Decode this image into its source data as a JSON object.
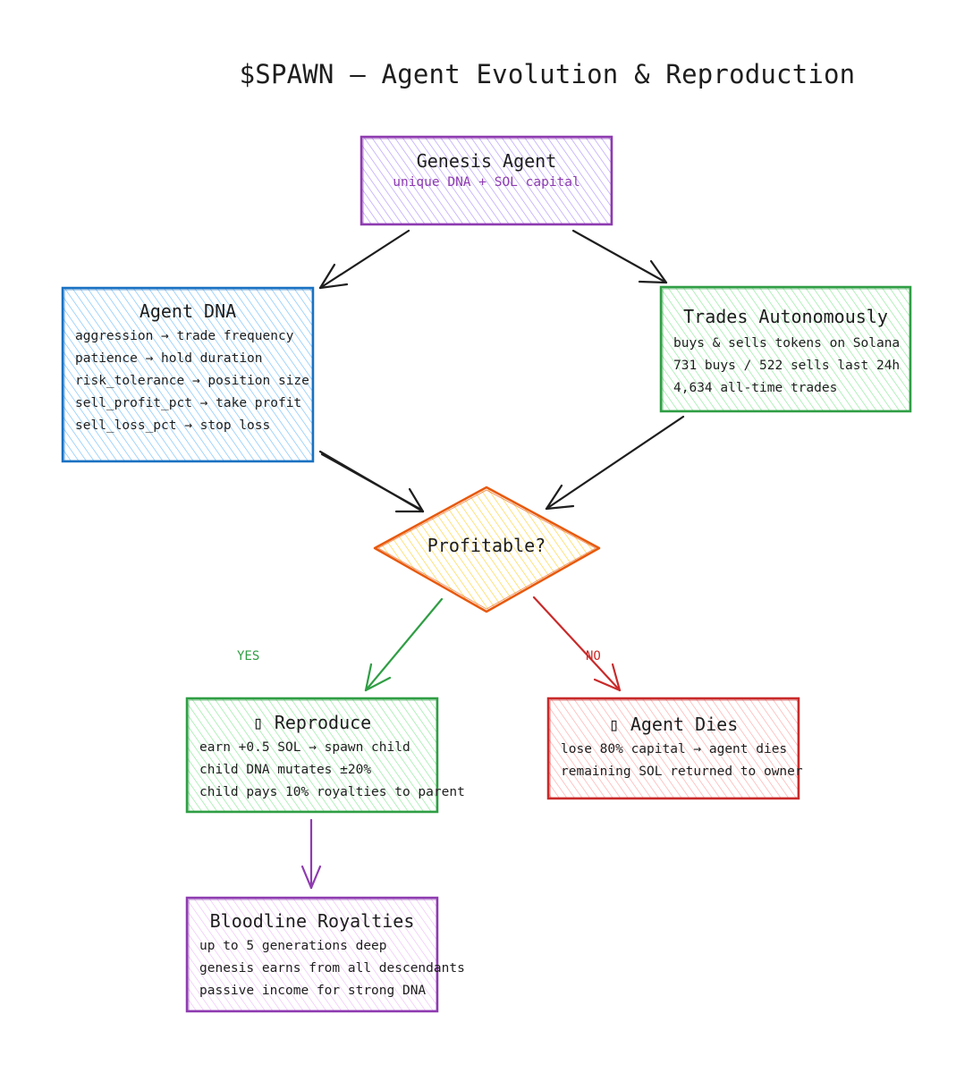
{
  "title": "$SPAWN — Agent Evolution & Reproduction",
  "nodes": {
    "genesis": {
      "heading": "Genesis Agent",
      "subtitle": "unique DNA + SOL capital"
    },
    "dna": {
      "heading": "Agent DNA",
      "lines": [
        "aggression → trade frequency",
        "patience → hold duration",
        "risk_tolerance → position size",
        "sell_profit_pct → take profit",
        "sell_loss_pct → stop loss"
      ]
    },
    "trades": {
      "heading": "Trades Autonomously",
      "lines": [
        "buys & sells tokens on Solana",
        "731 buys / 522 sells last 24h",
        "4,634 all-time trades"
      ]
    },
    "decision": {
      "heading": "Profitable?"
    },
    "reproduce": {
      "heading": "▯ Reproduce",
      "lines": [
        "earn +0.5 SOL → spawn child",
        "child DNA mutates ±20%",
        "child pays 10% royalties to parent"
      ]
    },
    "dies": {
      "heading": "▯ Agent Dies",
      "lines": [
        "lose 80% capital → agent dies",
        "remaining SOL returned to owner"
      ]
    },
    "bloodline": {
      "heading": "Bloodline Royalties",
      "lines": [
        "up to 5 generations deep",
        "genesis earns from all descendants",
        "passive income for strong DNA"
      ]
    }
  },
  "branches": {
    "yes": "YES",
    "no": "NO"
  },
  "colors": {
    "purple": "#8e3bb0",
    "blue": "#1971c2",
    "green": "#2f9e44",
    "orange": "#e8590c",
    "red": "#c92a2a",
    "arrow": "#1e1e1e"
  }
}
